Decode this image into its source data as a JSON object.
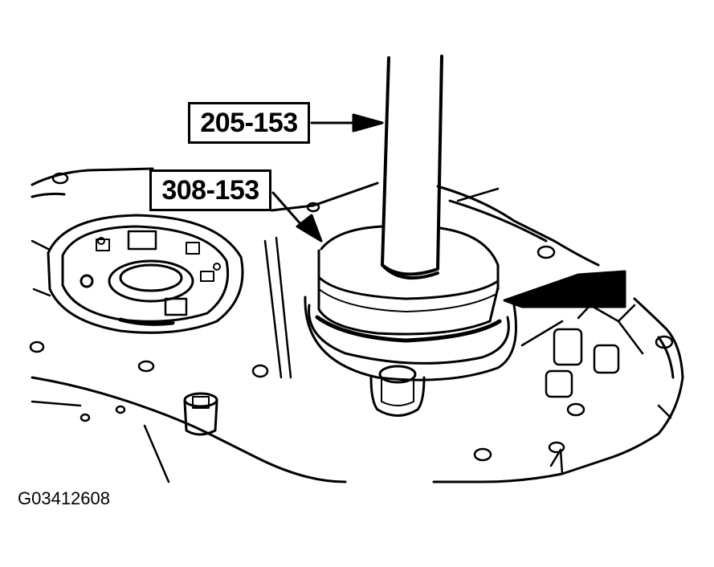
{
  "labels": {
    "tool_upper": "205-153",
    "tool_lower": "308-153"
  },
  "figure_id": "G03412608",
  "colors": {
    "line": "#000000",
    "background": "#ffffff"
  }
}
